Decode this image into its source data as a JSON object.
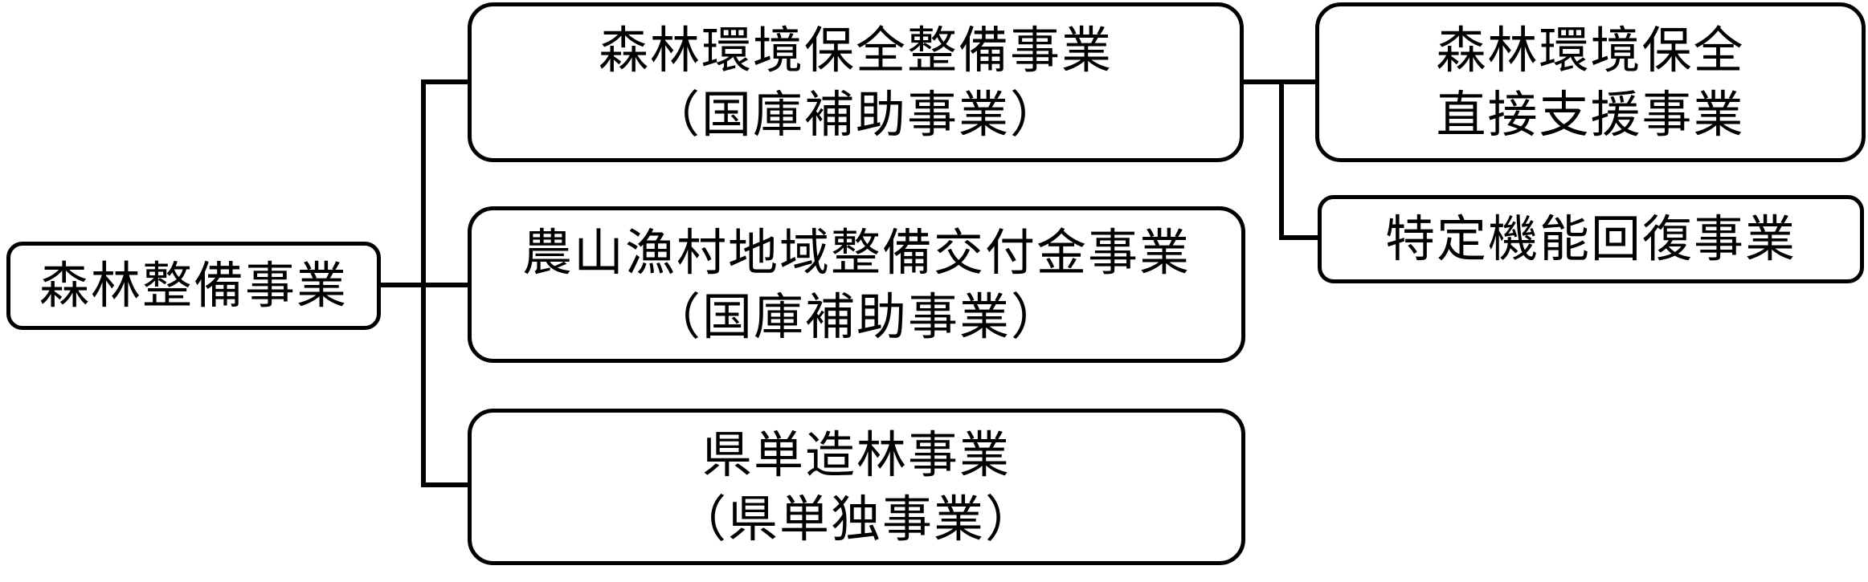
{
  "diagram": {
    "type": "tree",
    "orientation": "left-to-right",
    "root": {
      "label": "森林整備事業"
    },
    "level1": [
      {
        "lines": [
          "森林環境保全整備事業",
          "（国庫補助事業）"
        ]
      },
      {
        "lines": [
          "農山漁村地域整備交付金事業",
          "（国庫補助事業）"
        ]
      },
      {
        "lines": [
          "県単造林事業",
          "（県単独事業）"
        ]
      }
    ],
    "level2": [
      {
        "parent": "森林環境保全整備事業",
        "lines": [
          "森林環境保全",
          "直接支援事業"
        ]
      },
      {
        "parent": "森林環境保全整備事業",
        "lines": [
          "特定機能回復事業"
        ]
      }
    ],
    "colors": {
      "background": "#ffffff",
      "stroke": "#000000",
      "text": "#000000"
    }
  }
}
